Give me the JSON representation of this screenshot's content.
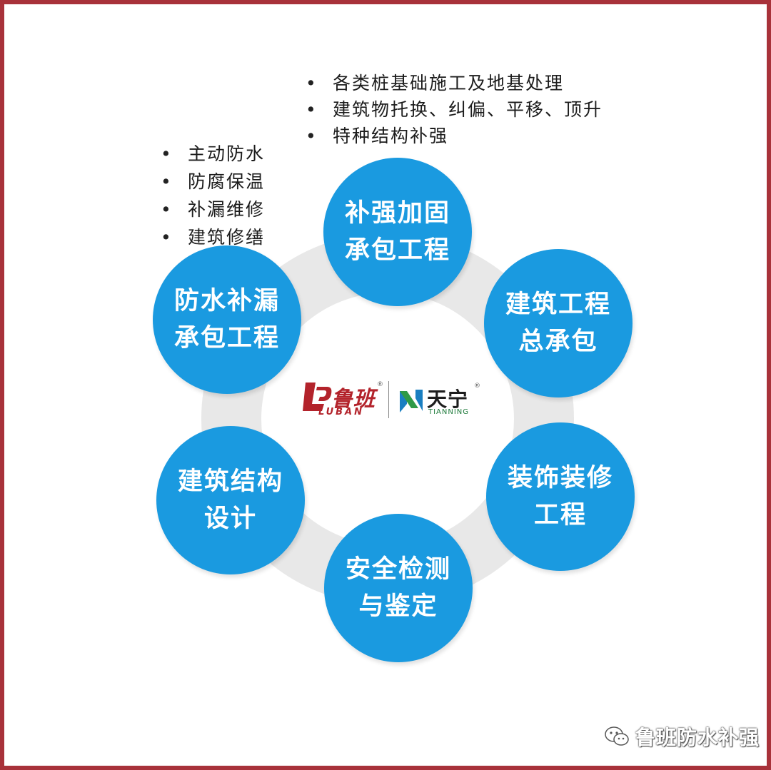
{
  "center_logo": {
    "luban_cn": "鲁班",
    "luban_en": "LUBAN",
    "tianning_cn": "天宁",
    "tianning_en": "TIANNING",
    "registered_mark": "®"
  },
  "services": [
    {
      "line1": "补强加固",
      "line2": "承包工程"
    },
    {
      "line1": "建筑工程",
      "line2": "总承包"
    },
    {
      "line1": "装饰装修",
      "line2": "工程"
    },
    {
      "line1": "安全检测",
      "line2": "与鉴定"
    },
    {
      "line1": "建筑结构",
      "line2": "设计"
    },
    {
      "line1": "防水补漏",
      "line2": "承包工程"
    }
  ],
  "reinforcement_details": [
    "各类桩基础施工及地基处理",
    "建筑物托换、纠偏、平移、顶升",
    "特种结构补强"
  ],
  "waterproof_details": [
    "主动防水",
    "防腐保温",
    "补漏维修",
    "建筑修缮"
  ],
  "watermark": {
    "text": "鲁班防水补强",
    "icon": "wechat-icon"
  },
  "colors": {
    "frame": "#a8323a",
    "circle": "#1a9ae0",
    "ring": "#e8e8e8",
    "luban_red": "#b3232b",
    "tianning_blue": "#1a7fc1",
    "tianning_green": "#2f9a47"
  }
}
